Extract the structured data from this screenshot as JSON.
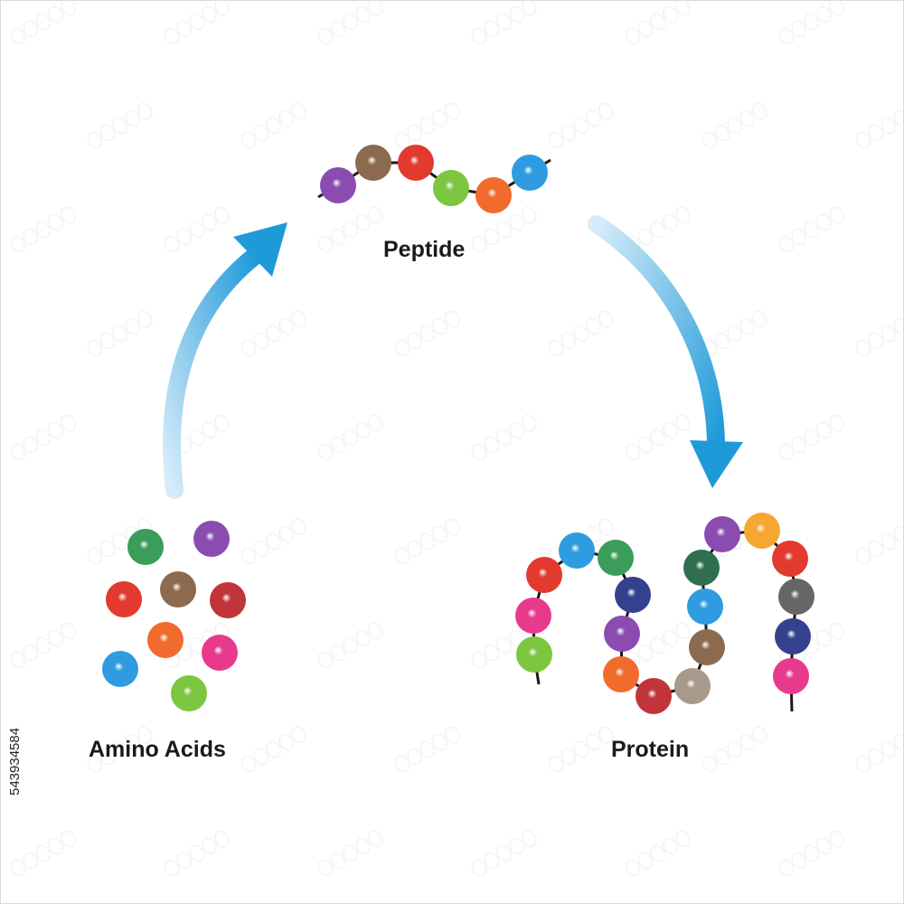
{
  "labels": {
    "peptide": "Peptide",
    "amino_acids": "Amino Acids",
    "protein": "Protein"
  },
  "watermark": {
    "stock_id": "543934584"
  },
  "colors": {
    "arrow_light": "#d6ecfa",
    "arrow_dark": "#1f9ad8",
    "chain": "#1a1a1a",
    "green": "#3a9d5a",
    "purple": "#8a4cb0",
    "red": "#e23a2e",
    "brown": "#8b6a4f",
    "darkred": "#c0343a",
    "orange": "#f06b2c",
    "pink": "#e83a8c",
    "blue": "#2f9be0",
    "lime": "#7cc640",
    "navy": "#33418f",
    "darkgreen": "#2f6e4f",
    "yellow": "#f5a732",
    "gray": "#666666",
    "taupe": "#a8998b"
  },
  "groups": {
    "amino_acids": [
      "green",
      "purple",
      "red",
      "brown",
      "darkred",
      "orange",
      "pink",
      "blue",
      "lime"
    ],
    "peptide": [
      "purple",
      "brown",
      "red",
      "lime",
      "orange",
      "blue"
    ],
    "protein": [
      "lime",
      "pink",
      "red",
      "blue",
      "green",
      "navy",
      "purple",
      "orange",
      "darkred",
      "taupe",
      "brown",
      "blue",
      "darkgreen",
      "purple",
      "yellow",
      "red",
      "gray",
      "navy",
      "pink"
    ]
  }
}
